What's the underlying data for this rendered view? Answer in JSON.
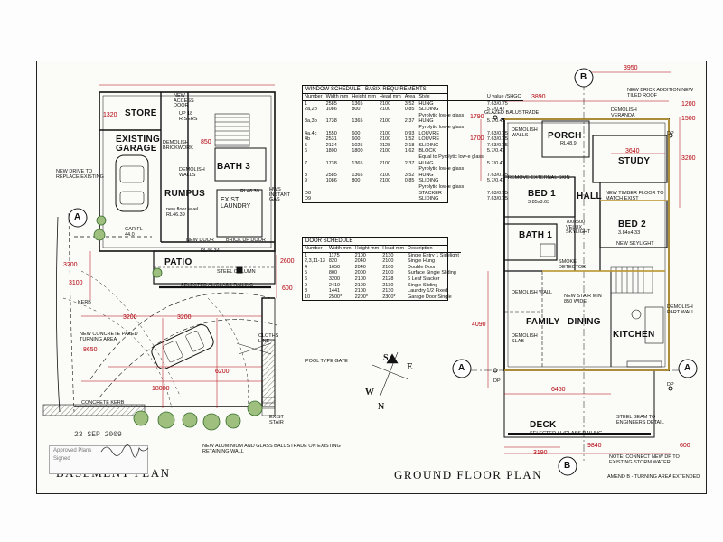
{
  "basement": {
    "title": "BASEMENT  PLAN",
    "rooms": {
      "store": "STORE",
      "garage": "EXISTING GARAGE",
      "bath": "BATH 3",
      "rumpus": "RUMPUS",
      "laundry": "EXIST LAUNDRY",
      "patio": "PATIO"
    },
    "notes": {
      "access_door": "NEW ACCESS DOOR",
      "risers": "UP 18 RISERS",
      "demolish_brickwork": "DEMOLISH BRICKWORK",
      "demolish_walls": "DEMOLISH WALLS",
      "new_drive": "NEW DRIVE TO REPLACE EXISTING",
      "new_floor_level": "new floor level RL46.39",
      "gar_fl": "GAR FL 44.0",
      "hws": "HWS INSTANT GAS",
      "new_door": "NEW DOOR",
      "brick_up_door": "BRICK UP DOOR",
      "rl_patio": "RL46.34",
      "steel_column": "STEEL COLUMN",
      "railing": "SELECTED AL/GLASS RAILING",
      "kerb": "KERB",
      "paved_area": "NEW CONCRETE PAVED TURNING AREA",
      "clothes_line": "CLOTHS LINE",
      "pool_gate": "POOL TYPE GATE",
      "concrete_kerb": "CONCRETE KERB",
      "exist_stair": "EXIST STAIR",
      "balustrade": "NEW ALUMINIUM AND GLASS BALUSTRADE ON EXISTING RETAINING WALL",
      "rl_laundry": "RL46.39"
    },
    "dims": {
      "d1320": "1320",
      "d3200a": "3200",
      "d3100": "3100",
      "d3200b": "3200",
      "d3200c": "3200",
      "d8650": "8650",
      "d6200": "6200",
      "d18000": "18000",
      "d2600": "2600",
      "d600": "600",
      "d850": "850"
    }
  },
  "ground": {
    "title": "GROUND  FLOOR  PLAN",
    "rooms": {
      "porch": "PORCH",
      "study": "STUDY",
      "bed1": "BED 1",
      "bed1_size": "3.85x3.63",
      "hall": "HALL",
      "bed2": "BED 2",
      "bed2_size": "3.84x4.33",
      "bath1": "BATH 1",
      "family": "FAMILY",
      "dining": "DINING",
      "kitchen": "KITCHEN",
      "deck": "DECK"
    },
    "notes": {
      "glazed_balustrade": "GLAZED BALUSTRADE",
      "new_brick_addition": "NEW BRICK ADDITION NEW TILED ROOF",
      "demolish_veranda": "DEMOLISH VERANDA",
      "demolish_walls": "DEMOLISH WALLS",
      "rl_porch": "RL48.9",
      "remove_skin": "REMOVE EXTERNAL SKIN",
      "timber_floor": "NEW TIMBER FLOOR TO MATCH EXIST",
      "skylight_velux": "700x500 VELUX SKYLIGHT",
      "new_skylight": "NEW SKYLIGHT",
      "smoke_detector": "SMOKE DETECTOR",
      "demolish_wall": "DEMOLISH WALL",
      "new_stair": "NEW STAIR MIN 850 WIDE",
      "demolish_part_wall": "DEMOLISH PART WALL",
      "demolish_slab": "DEMOLISH SLAB",
      "steel_beam": "STEEL BEAM TO ENGINEERS DETAIL",
      "deck_railing": "SELECTED AL/GLASS RAILING",
      "storm_note": "NOTE: CONNECT NEW DP TO EXISTING STORM WATER",
      "amend": "AMEND B - TURNING AREA EXTENDED",
      "dp": "DP"
    },
    "dims": {
      "d3950": "3950",
      "d3890": "3890",
      "d1790": "1790",
      "d1700": "1700",
      "d1200": "1200",
      "d1500": "1500",
      "d3200": "3200",
      "d3640": "3640",
      "d3190": "3190",
      "d9840": "9840",
      "d600": "600",
      "d6450": "6450",
      "d4090": "4090"
    }
  },
  "window_schedule": {
    "title": "WINDOW SCHEDULE - BASIX REQUIREMENTS",
    "headers": [
      "Number",
      "Width mm",
      "Height mm",
      "Head mm",
      "Area",
      "Style",
      "U value /SHGC"
    ],
    "rows": [
      [
        "1",
        "2585",
        "1365",
        "2100",
        "3.52",
        "HUNG",
        "7.63/0.75"
      ],
      [
        "2a,2b",
        "1086",
        "800",
        "2100",
        "0.85",
        "SLIDING",
        "5.7/0.47"
      ],
      [
        "",
        "",
        "",
        "",
        "",
        "Pyrolytic low-e glass",
        ""
      ],
      [
        "3a,3b",
        "1738",
        "1365",
        "2100",
        "2.37",
        "HUNG",
        "5.7/0.47"
      ],
      [
        "",
        "",
        "",
        "",
        "",
        "Pyrolytic low-e glass",
        ""
      ],
      [
        "4a,4c",
        "1550",
        "600",
        "2100",
        "0.93",
        "LOUVRE",
        "7.63/0.75"
      ],
      [
        "4b",
        "2531",
        "600",
        "2100",
        "1.52",
        "LOUVRE",
        "7.63/0.75"
      ],
      [
        "5",
        "2134",
        "1025",
        "2128",
        "2.18",
        "SLIDING",
        "7.63/0.75"
      ],
      [
        "6",
        "1800",
        "1800",
        "2100",
        "1.62",
        "BLOCK",
        "5.7/0.47"
      ],
      [
        "",
        "",
        "",
        "",
        "",
        "Equal to Pyrolytic low-e glass",
        ""
      ],
      [
        "7",
        "1738",
        "1365",
        "2100",
        "2.37",
        "HUNG",
        "5.7/0.47"
      ],
      [
        "",
        "",
        "",
        "",
        "",
        "Pyrolytic low-e glass",
        ""
      ],
      [
        "8",
        "2585",
        "1365",
        "2100",
        "3.52",
        "HUNG",
        "7.63/0.75"
      ],
      [
        "9",
        "1086",
        "800",
        "2100",
        "0.85",
        "SLIDING",
        "5.7/0.47"
      ],
      [
        "",
        "",
        "",
        "",
        "",
        "Pyrolytic low-e glass",
        ""
      ],
      [
        "D8",
        "",
        "",
        "",
        "",
        "STACKER",
        "7.63/0.75"
      ],
      [
        "D9",
        "",
        "",
        "",
        "",
        "SLIDING",
        "7.63/0.75"
      ]
    ]
  },
  "door_schedule": {
    "title": "DOOR SCHEDULE",
    "headers": [
      "Number",
      "Width mm",
      "Height mm",
      "Head mm",
      "Description"
    ],
    "rows": [
      [
        "1",
        "1175",
        "2100",
        "2130",
        "Single Entry 1 Sidelight"
      ],
      [
        "2,3,11-13",
        "820",
        "2040",
        "2100",
        "Single Hung"
      ],
      [
        "4",
        "1650",
        "2040",
        "2100",
        "Double Door"
      ],
      [
        "5",
        "800",
        "2000",
        "2100",
        "Surface Single Sliding"
      ],
      [
        "6",
        "3200",
        "2100",
        "2128",
        "6 Leaf Stacker"
      ],
      [
        "9",
        "2410",
        "2100",
        "2130",
        "Single Sliding"
      ],
      [
        "8",
        "1441",
        "2100",
        "2130",
        "Laundry 1/2 Fixed"
      ],
      [
        "10",
        "2500*",
        "2200*",
        "2300*",
        "Garage Door Single"
      ]
    ]
  },
  "markers": {
    "a": "A",
    "b": "B"
  },
  "stamp": {
    "date": "23 SEP 2009",
    "approved": "Approved Plans",
    "signed": "Signed"
  },
  "compass": {
    "n": "N",
    "s": "S",
    "e": "E",
    "w": "W"
  },
  "colors": {
    "dimension": "#b2000a",
    "wall": "#111111",
    "hatch": "#333333"
  }
}
